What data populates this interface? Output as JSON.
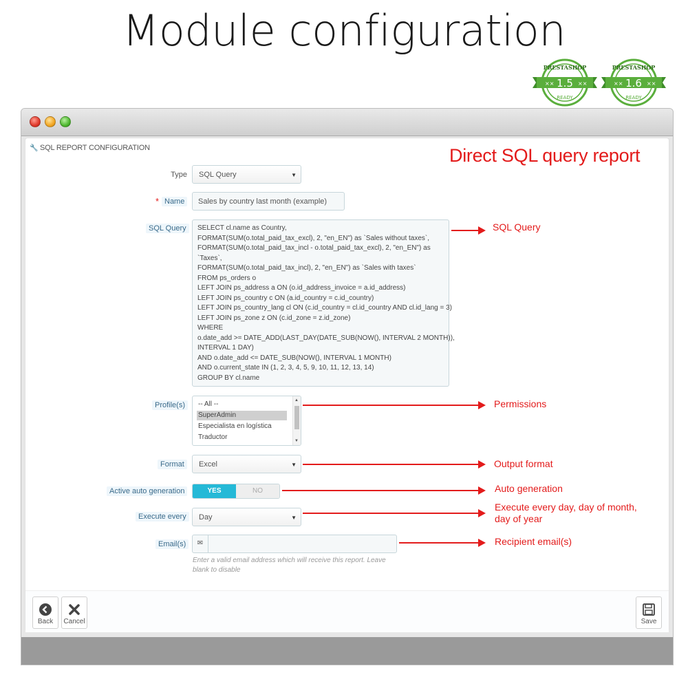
{
  "headline": "Module configuration",
  "badges": [
    {
      "brand": "PRESTASHOP",
      "version": "1.5",
      "status": "READY"
    },
    {
      "brand": "PRESTASHOP",
      "version": "1.6",
      "status": "READY"
    }
  ],
  "panel": {
    "heading": "SQL REPORT CONFIGURATION"
  },
  "annotation_title": "Direct SQL query report",
  "form": {
    "type": {
      "label": "Type",
      "value": "SQL Query"
    },
    "name": {
      "label": "Name",
      "required_mark": "*",
      "value": "Sales by country last month (example)"
    },
    "sql_query": {
      "label": "SQL Query",
      "lines": [
        "SELECT cl.name as Country,",
        "FORMAT(SUM(o.total_paid_tax_excl), 2, \"en_EN\") as `Sales without taxes`,",
        "FORMAT(SUM(o.total_paid_tax_incl - o.total_paid_tax_excl), 2, \"en_EN\") as",
        "`Taxes`,",
        "FORMAT(SUM(o.total_paid_tax_incl), 2, \"en_EN\") as `Sales with taxes`",
        "FROM ps_orders o",
        "LEFT JOIN ps_address a ON (o.id_address_invoice = a.id_address)",
        "LEFT JOIN ps_country c ON (a.id_country = c.id_country)",
        "LEFT JOIN ps_country_lang cl ON (c.id_country = cl.id_country AND cl.id_lang = 3)",
        "LEFT JOIN ps_zone z ON (c.id_zone = z.id_zone)",
        "WHERE",
        "o.date_add >= DATE_ADD(LAST_DAY(DATE_SUB(NOW(), INTERVAL 2 MONTH)),",
        "INTERVAL 1 DAY)",
        "AND o.date_add <= DATE_SUB(NOW(), INTERVAL 1 MONTH)",
        "AND o.current_state IN (1, 2, 3, 4, 5, 9, 10, 11, 12, 13, 14)",
        "GROUP BY cl.name"
      ]
    },
    "profiles": {
      "label": "Profile(s)",
      "options": [
        "-- All --",
        "SuperAdmin",
        "Especialista en logística",
        "Traductor"
      ],
      "selected": "SuperAdmin"
    },
    "format": {
      "label": "Format",
      "value": "Excel"
    },
    "auto_generation": {
      "label": "Active auto generation",
      "yes": "YES",
      "no": "NO",
      "value": "YES"
    },
    "execute_every": {
      "label": "Execute every",
      "value": "Day"
    },
    "emails": {
      "label": "Email(s)",
      "value": "",
      "help": "Enter a valid email address which will receive this report. Leave blank to disable"
    }
  },
  "annotations": {
    "sql_query": "SQL Query",
    "permissions": "Permissions",
    "output_format": "Output format",
    "auto_generation": "Auto generation",
    "execute_line1": "Execute every day, day of month,",
    "execute_line2": "day of year",
    "recipients": "Recipient email(s)"
  },
  "footer": {
    "back": "Back",
    "cancel": "Cancel",
    "save": "Save"
  },
  "colors": {
    "accent": "#25b9d7",
    "annotation_red": "#e31b1b",
    "badge_green": "#5aae3c"
  }
}
